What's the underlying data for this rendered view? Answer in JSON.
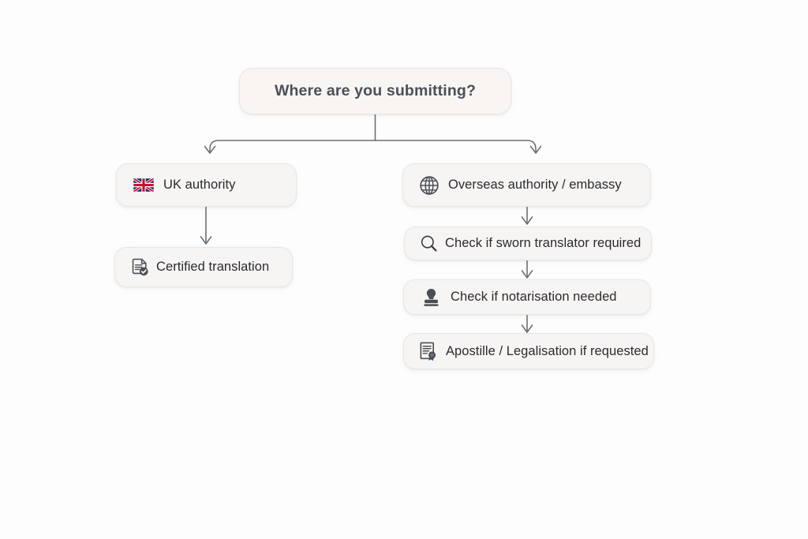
{
  "diagram": {
    "title_node": {
      "label": "Where are you submitting?",
      "name": "root-question-node"
    },
    "branches": [
      {
        "name": "uk-branch",
        "nodes": [
          {
            "name": "node-uk-authority",
            "label": "UK authority",
            "icon": "uk-flag-icon",
            "icon_glyph": "🇬🇧"
          },
          {
            "name": "node-certified-translation",
            "label": "Certified translation",
            "icon": "document-check-icon"
          }
        ]
      },
      {
        "name": "overseas-branch",
        "nodes": [
          {
            "name": "node-overseas-authority",
            "label": "Overseas authority / embassy",
            "icon": "globe-icon"
          },
          {
            "name": "node-sworn-translator",
            "label": "Check if sworn translator required",
            "icon": "magnifier-icon"
          },
          {
            "name": "node-notarisation",
            "label": "Check if notarisation needed",
            "icon": "stamp-icon"
          },
          {
            "name": "node-apostille",
            "label": "Apostille / Legalisation if requested",
            "icon": "certificate-seal-icon"
          }
        ]
      }
    ],
    "colors": {
      "canvas_background": "#fdfdfd",
      "node_fill": "#f7f5f3",
      "node_border": "#e9e6e3",
      "root_text": "#4a5058",
      "node_text": "#2b2b2e",
      "connector": "#6b7075",
      "icon": "#4b4f55"
    }
  }
}
